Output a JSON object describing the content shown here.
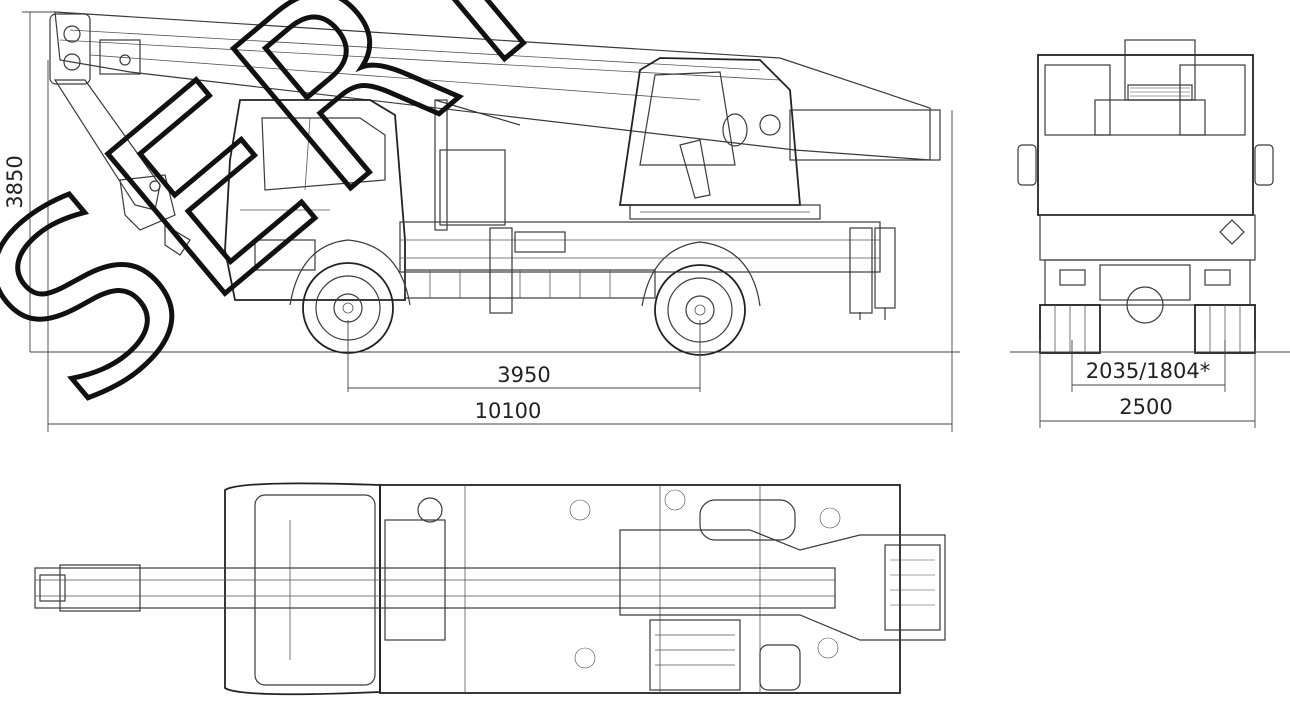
{
  "dimensions": {
    "height": "3850",
    "wheelbase": "3950",
    "length": "10100",
    "track": "2035/1804*",
    "width": "2500"
  },
  "watermark": {
    "text": "SERT"
  }
}
